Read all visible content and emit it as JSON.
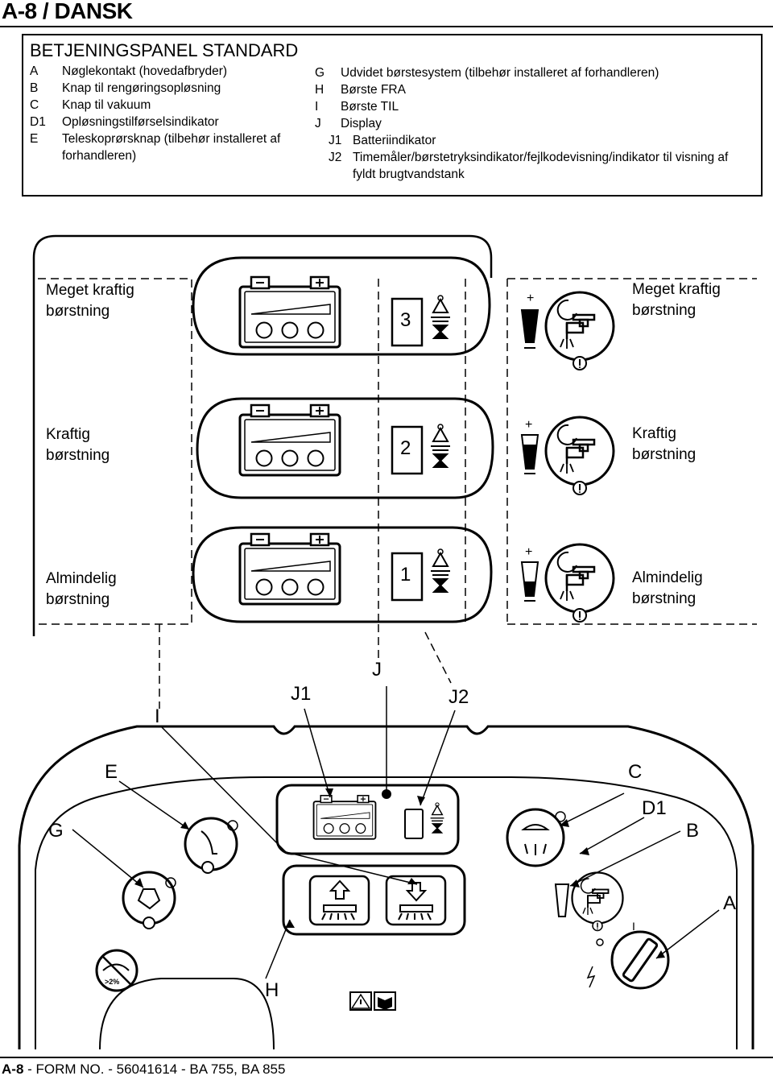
{
  "page": {
    "header": "A-8 / DANSK",
    "footer_page": "A-8",
    "footer_form": " - FORM NO. - 56041614 - BA 755, BA 855"
  },
  "legend": {
    "title": "BETJENINGSPANEL  STANDARD",
    "left": [
      {
        "code": "A",
        "text": "Nøglekontakt (hovedafbryder)"
      },
      {
        "code": "B",
        "text": "Knap til rengøringsopløsning"
      },
      {
        "code": "C",
        "text": "Knap til vakuum"
      },
      {
        "code": "D1",
        "text": "Opløsningstilførselsindikator"
      },
      {
        "code": "E",
        "text": "Teleskoprørsknap (tilbehør installeret af"
      },
      {
        "code": "",
        "text": "forhandleren)"
      }
    ],
    "right": [
      {
        "code": "G",
        "text": "Udvidet børstesystem (tilbehør installeret af forhandleren)"
      },
      {
        "code": "H",
        "text": "Børste FRA"
      },
      {
        "code": "I",
        "text": "Børste TIL"
      },
      {
        "code": "J",
        "text": "Display"
      },
      {
        "code": "J1",
        "text": "Batteriindikator"
      },
      {
        "code": "J2",
        "text": "Timemåler/børstetryksindikator/fejlkodevisning/indikator til visning af"
      },
      {
        "code": "",
        "text": "fyldt brugtvandstank"
      }
    ]
  },
  "modes": [
    {
      "label_left": [
        "Meget kraftig",
        "børstning"
      ],
      "display": "3",
      "label_right": [
        "Meget kraftig",
        "børstning"
      ],
      "fill": 1.0
    },
    {
      "label_left": [
        "Kraftig",
        "børstning"
      ],
      "display": "2",
      "label_right": [
        "Kraftig",
        "børstning"
      ],
      "fill": 0.66
    },
    {
      "label_left": [
        "Almindelig",
        "børstning"
      ],
      "display": "1",
      "label_right": [
        "Almindelig",
        "børstning"
      ],
      "fill": 0.33
    }
  ],
  "callouts": {
    "I": "I",
    "J1": "J1",
    "J": "J",
    "J2": "J2",
    "E": "E",
    "C": "C",
    "G": "G",
    "D1": "D1",
    "B": "B",
    "A": "A",
    "H": "H"
  },
  "panel": {
    "key_mark_on": "I",
    "pressure_badge": ">2%"
  }
}
